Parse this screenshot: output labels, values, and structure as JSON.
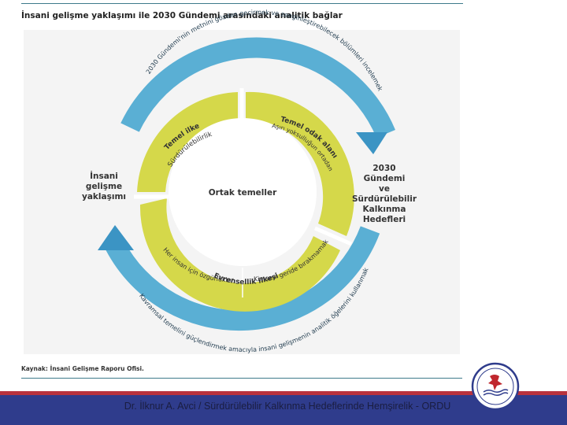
{
  "figure": {
    "title": "İnsani gelişme yaklaşımı ile 2030 Gündemi arasındaki analitik bağlar",
    "source_note": "Kaynak: İnsani Gelişme Raporu Ofisi."
  },
  "diagram": {
    "center_label": "Ortak temeller",
    "left_label": [
      "İnsani",
      "gelişme",
      "yaklaşımı"
    ],
    "right_label": [
      "2030 Gündemi",
      "ve",
      "Sürdürülebilir",
      "Kalkınma",
      "Hedefleri"
    ],
    "top_arc_text": "2030 Gündemi'nin metnini gözden geçirmek ve zenginleştirebilecek bölümleri incelemek",
    "bottom_arc_text": "Kavramsal temelini güçlendirmek amacıyla insani gelişmenin analitik öğelerini kullanmak",
    "segments": [
      {
        "heading": "Temel ilke",
        "text": "Sürdürülebilirlik"
      },
      {
        "heading": "Temel odak alanı",
        "text": "Aşırı yoksulluğun ortadan kaldırılması ve açlığın sona erdirilmesi"
      },
      {
        "heading": "Evrensellik ilkesi",
        "text_left": "Her insan için özgürlükler",
        "text_right": "Kimseyi geride bırakmamak"
      }
    ],
    "colors": {
      "arc_blue": "#5aafd4",
      "ring_green": "#d5d84a",
      "panel_bg": "#f4f4f4",
      "center_fill": "#ffffff"
    }
  },
  "footer": {
    "text": "Dr. İlknur A. Avci / Sürdürülebilir Kalkınma Hedeflerinde Hemşirelik - ORDU",
    "colors": {
      "band": "#b8323e",
      "bar": "#2f3c8c"
    }
  },
  "logo": {
    "icon": "university-seal-icon"
  }
}
